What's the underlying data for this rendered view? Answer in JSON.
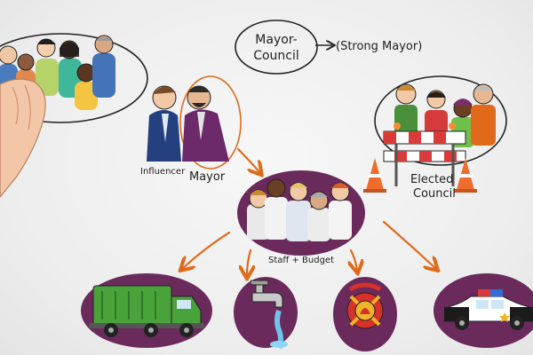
{
  "labels": {
    "form": "Mayor-\nCouncil",
    "form_line1": "Mayor-",
    "form_line2": "Council",
    "strong_mayor": "(Strong Mayor)",
    "influencer": "Influencer",
    "mayor": "Mayor",
    "elected": "Elected",
    "council": "Council",
    "staff_budget": "Staff + Budget"
  },
  "colors": {
    "arrow": "#e06a1a",
    "service_blob": "#6b2a5c",
    "outline": "#222222",
    "background": "#efefef"
  },
  "services": [
    {
      "name": "sanitation",
      "icon": "garbage-truck-icon"
    },
    {
      "name": "water",
      "icon": "water-faucet-icon"
    },
    {
      "name": "fire",
      "icon": "fire-department-badge-icon"
    },
    {
      "name": "police",
      "icon": "police-car-icon"
    }
  ]
}
